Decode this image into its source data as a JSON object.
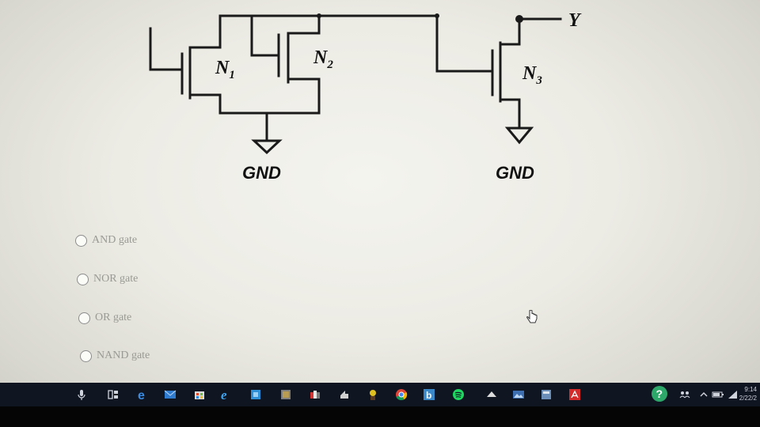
{
  "circuit": {
    "transistors": [
      "N1",
      "N2",
      "N3"
    ],
    "output_label": "Y",
    "ground_labels": [
      "GND",
      "GND"
    ]
  },
  "question": {
    "options": [
      {
        "label": "AND gate",
        "selected": false
      },
      {
        "label": "NOR gate",
        "selected": false
      },
      {
        "label": "OR gate",
        "selected": false
      },
      {
        "label": "NAND gate",
        "selected": false
      }
    ]
  },
  "taskbar": {
    "time": "9:14",
    "date": "2/22/2",
    "icons": [
      "mic-icon",
      "task-view-icon",
      "edge-icon",
      "mail-icon",
      "store-icon",
      "ie-icon",
      "app-icon",
      "photos-icon",
      "cards-icon",
      "media-icon",
      "people-icon",
      "chrome-icon",
      "bluestacks-icon",
      "spotify-icon",
      "ink-icon",
      "photo-viewer-icon",
      "calc-icon",
      "acrobat-icon",
      "help-icon",
      "people-tray-icon",
      "chevron-up-icon",
      "battery-icon",
      "wifi-icon"
    ],
    "colors": {
      "bar": "#101522",
      "accent": "#1f73c2"
    }
  }
}
